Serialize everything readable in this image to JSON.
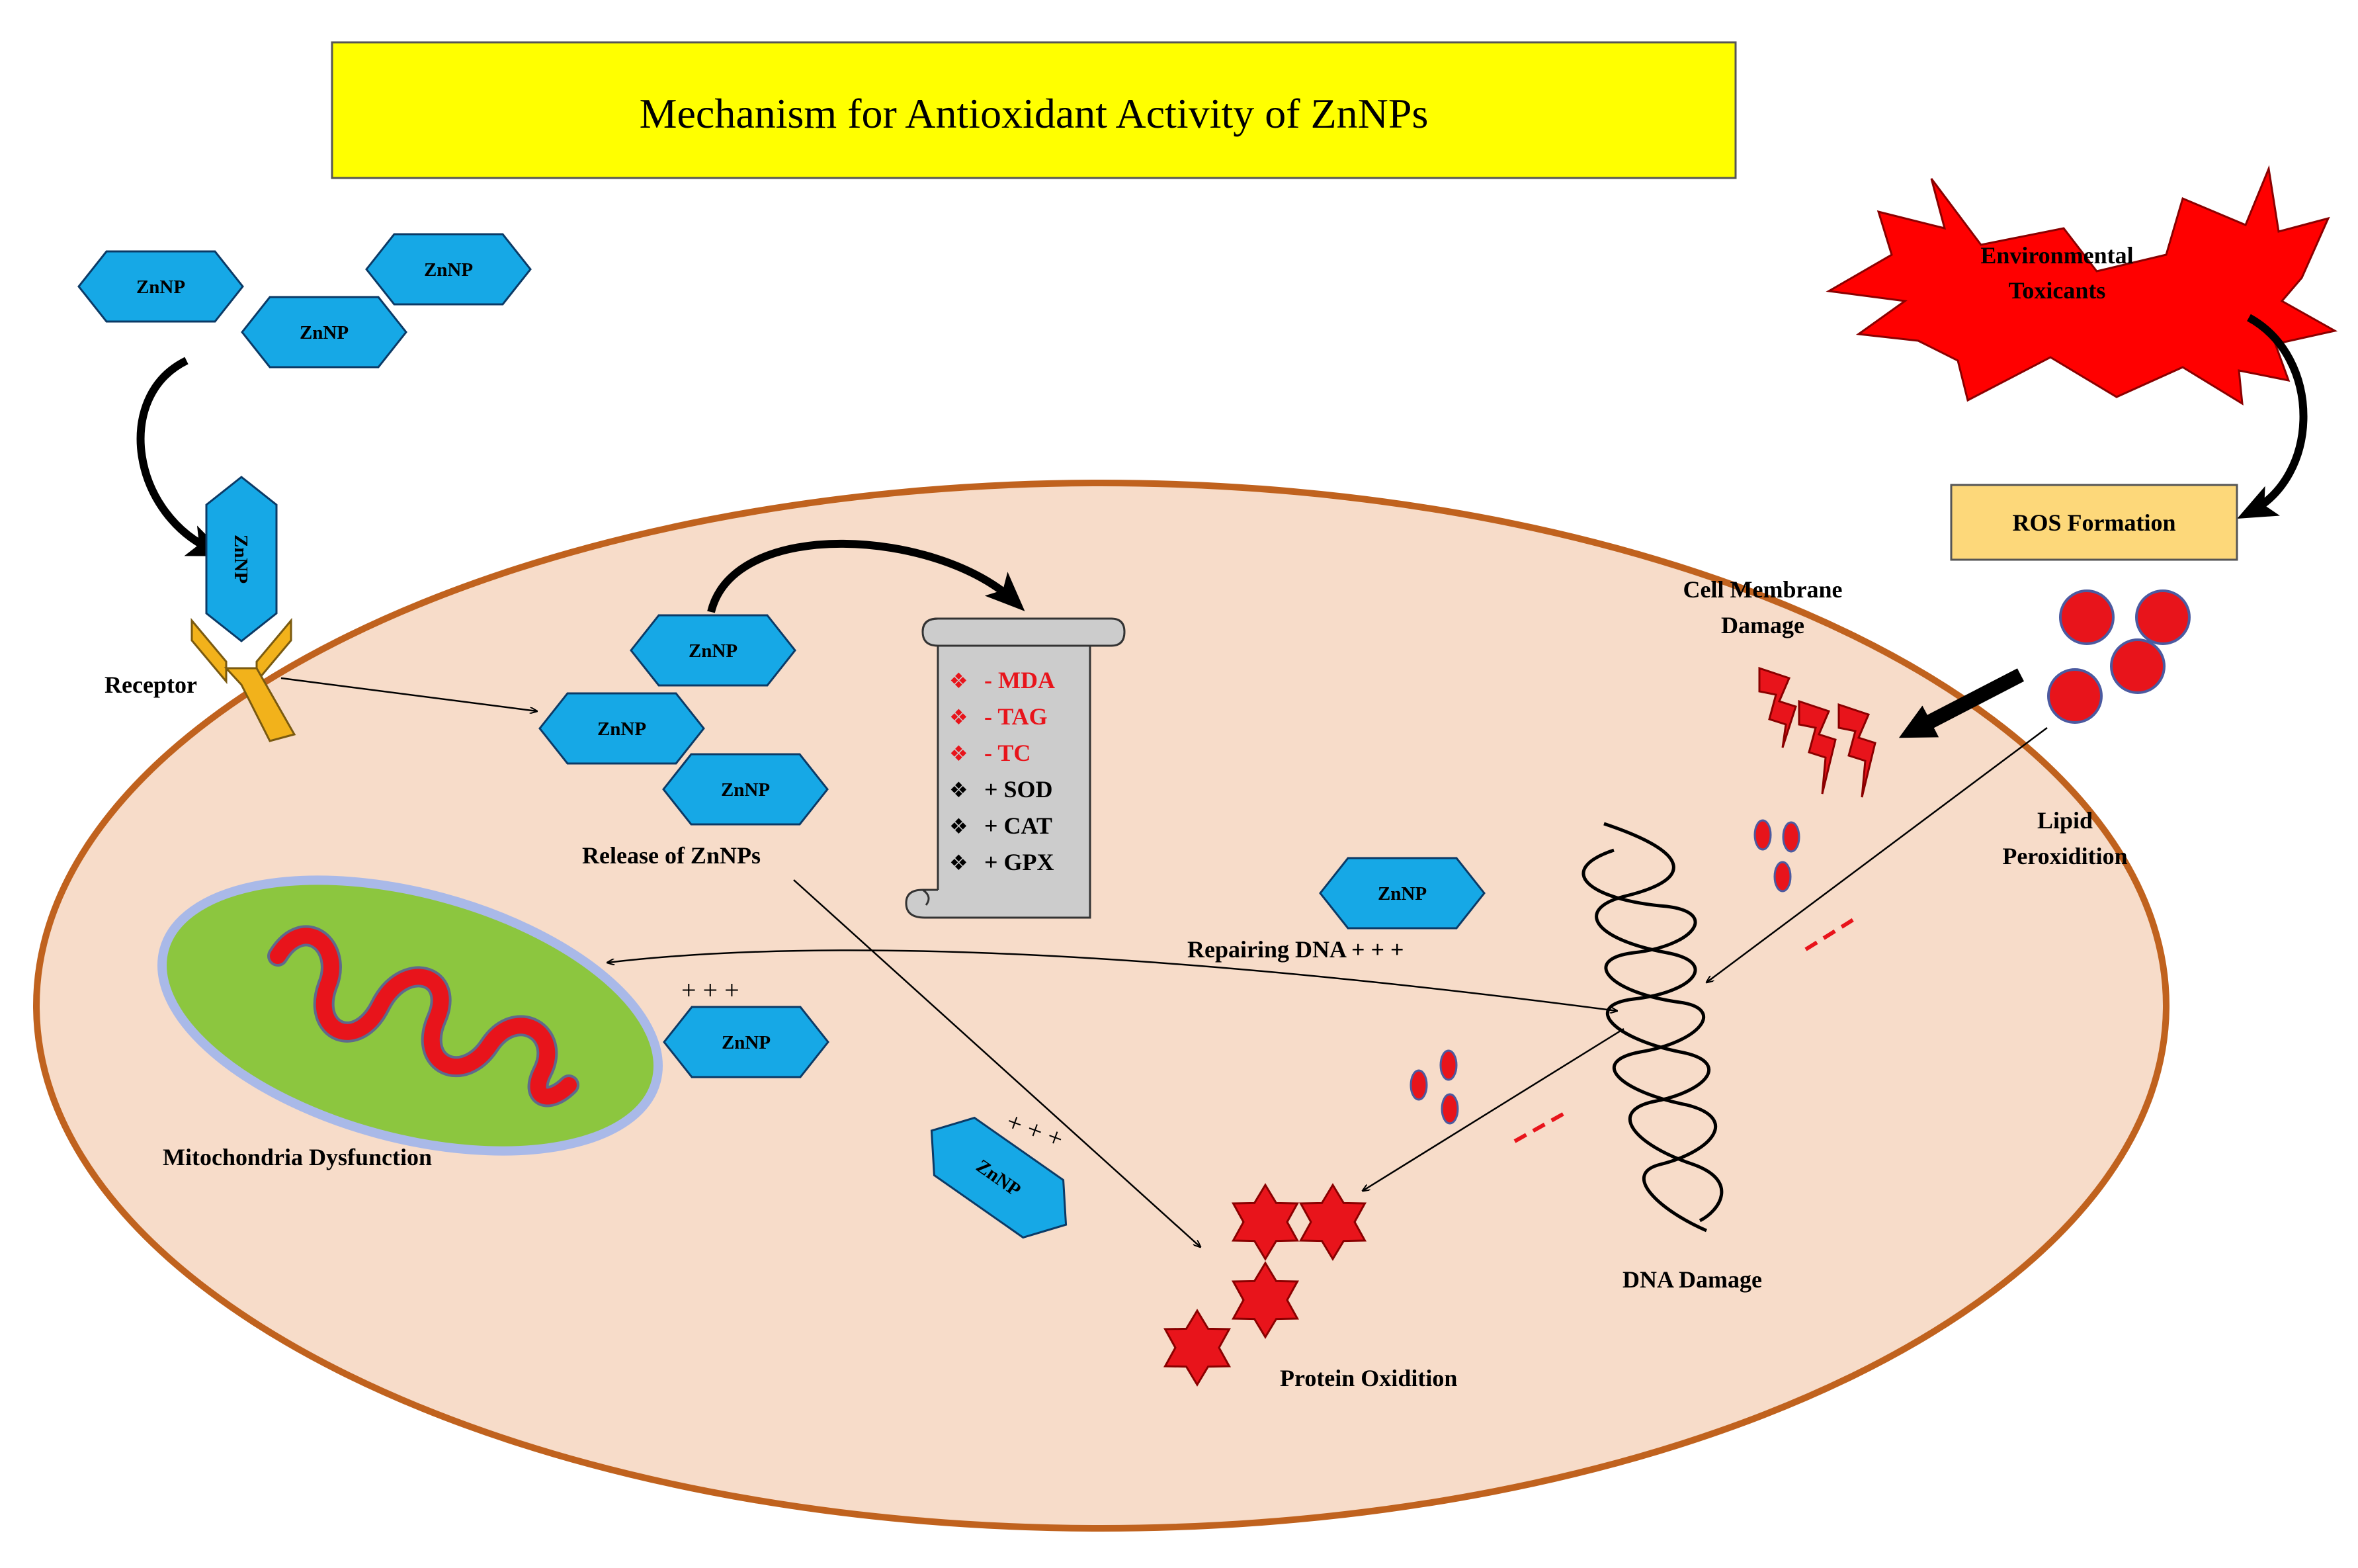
{
  "title": "Mechanism for Antioxidant Activity of ZnNPs",
  "znp_label": "ZnNP",
  "labels": {
    "receptor": "Receptor",
    "release": "Release of ZnNPs",
    "mito": "Mitochondria Dysfunction",
    "repair": "Repairing DNA + + +",
    "plus_mito": "+ + +",
    "plus_protein": "+ + +",
    "protein": "Protein Oxidition",
    "dna": "DNA Damage",
    "env_line1": "Environmental",
    "env_line2": "Toxicants",
    "ros": "ROS Formation",
    "cmd_line1": "Cell Membrane",
    "cmd_line2": "Damage",
    "lipid_line1": "Lipid",
    "lipid_line2": "Peroxidition"
  },
  "scroll_items": [
    {
      "text": "- MDA",
      "color": "#e8141b"
    },
    {
      "text": "- TAG",
      "color": "#e8141b"
    },
    {
      "text": "- TC",
      "color": "#e8141b"
    },
    {
      "text": "+ SOD",
      "color": "#000000"
    },
    {
      "text": "+ CAT",
      "color": "#000000"
    },
    {
      "text": "+ GPX",
      "color": "#000000"
    }
  ],
  "colors": {
    "hex_fill": "#16a8e6",
    "cell_fill": "#f7dcc9",
    "cell_stroke": "#c0621e",
    "title_fill": "#ffff00",
    "ros_fill": "#fdd87a",
    "red": "#e8141b",
    "mito_fill": "#8cc63f",
    "mito_stroke": "#a9b9e8"
  },
  "icons": [
    "znp-hexagon-icon",
    "receptor-icon",
    "scroll-icon",
    "mitochondria-icon",
    "dna-helix-icon",
    "explosion-icon",
    "lightning-icon",
    "ros-sphere-icon",
    "star-of-david-icon"
  ]
}
